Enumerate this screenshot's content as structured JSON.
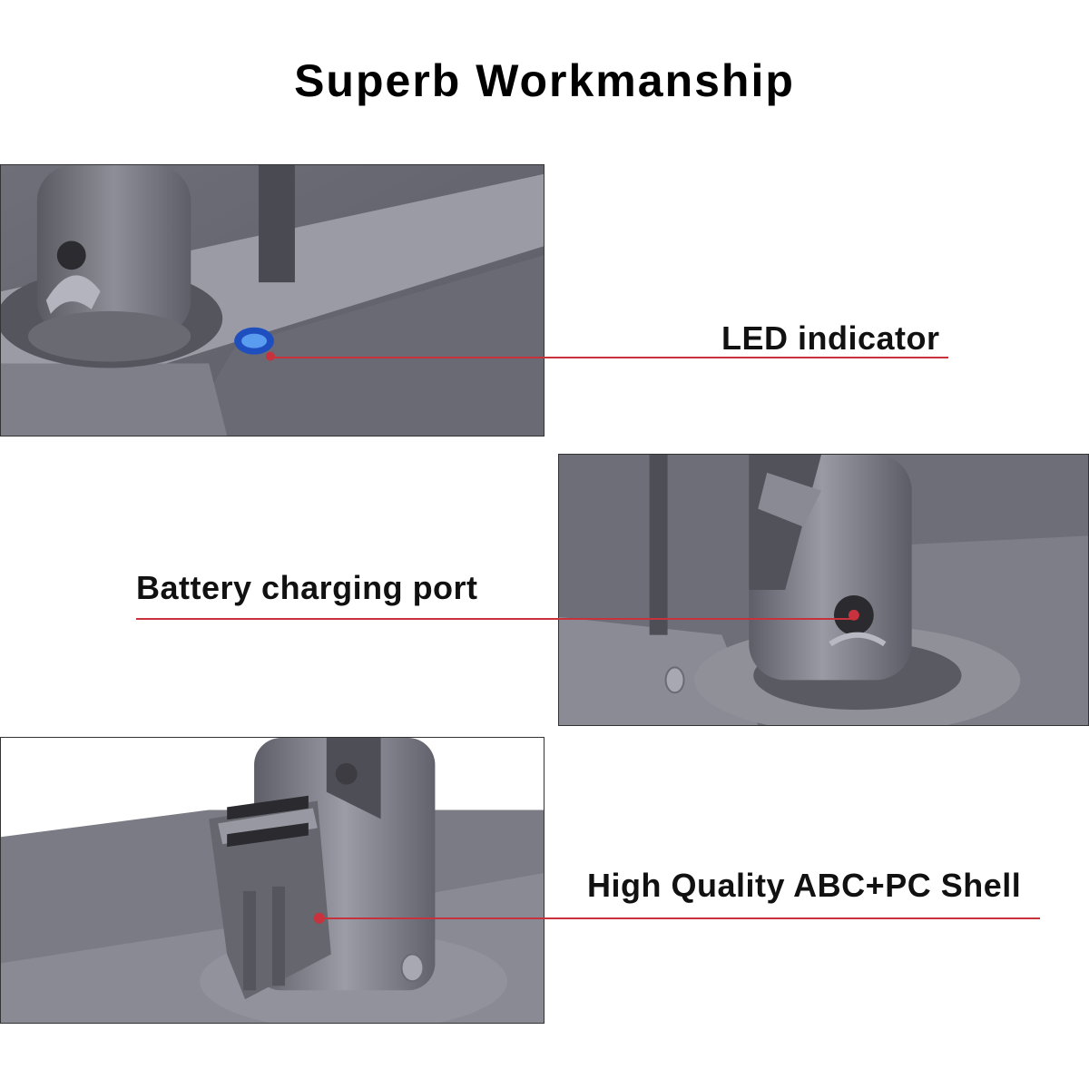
{
  "title": "Superb Workmanship",
  "callouts": [
    {
      "label": "LED indicator",
      "icon": "led-indicator-icon"
    },
    {
      "label": "Battery charging port",
      "icon": "charging-port-icon"
    },
    {
      "label": "High Quality ABC+PC Shell",
      "icon": "shell-icon"
    }
  ],
  "colors": {
    "shell": "#7a7a84",
    "shell_light": "#a6a6b0",
    "shell_dark": "#56565e",
    "leader": "#c8323c",
    "led": "#2a64d8"
  }
}
